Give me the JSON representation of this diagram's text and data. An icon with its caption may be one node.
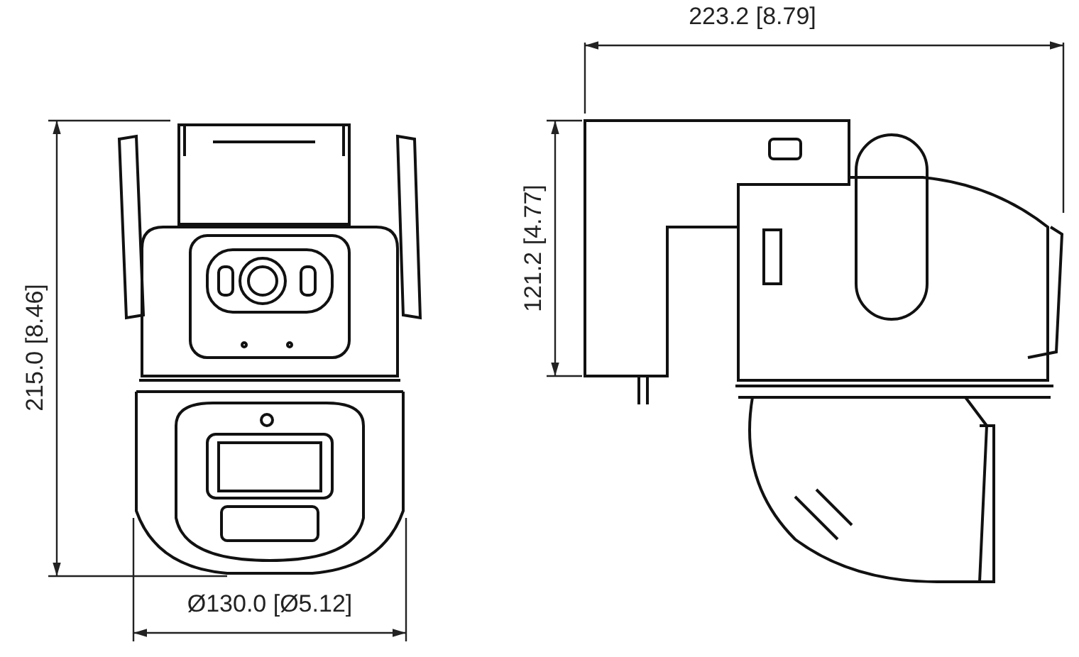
{
  "diagram": {
    "labels": [
      "223.2 [8.79]",
      "121.2 [4.77]",
      "215.0 [8.46]",
      "Ø130.0 [Ø5.12]"
    ]
  }
}
